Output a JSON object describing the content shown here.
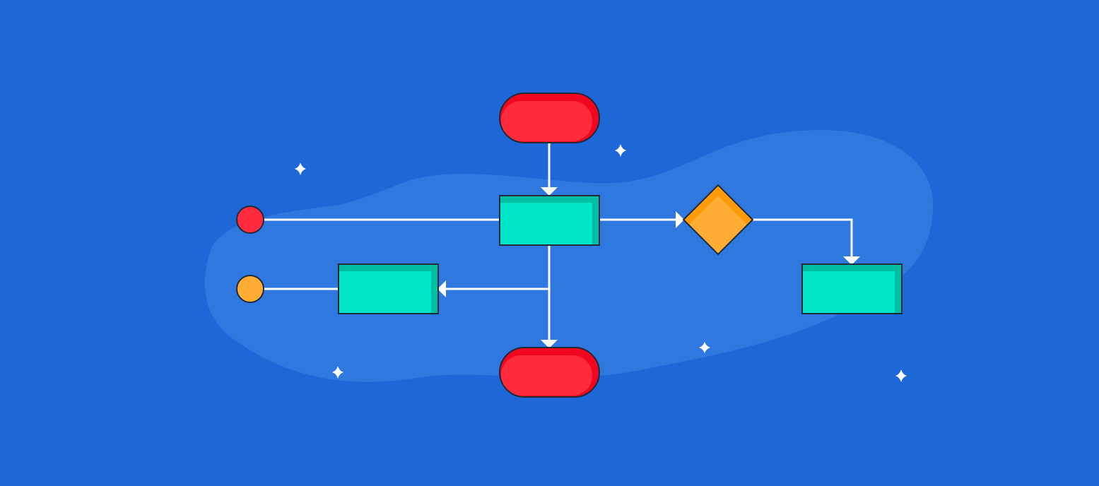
{
  "colors": {
    "background": "#1e67d6",
    "blob": "#2f78e0",
    "terminator_fill": "#ff2a3d",
    "terminator_shade": "#f0061f",
    "process_fill": "#00e6c6",
    "process_shade": "#00bfa2",
    "decision_fill": "#ffae33",
    "decision_shade": "#ff9a0a",
    "connector_red": "#ff2a3d",
    "connector_orange": "#ffae33",
    "outline": "#1f2a3a",
    "edge": "#ffffff",
    "sparkle": "#ffffff"
  },
  "icons": {
    "sparkle": "sparkle-icon"
  },
  "diagram": {
    "nodes": [
      {
        "id": "start",
        "shape": "terminator",
        "label": ""
      },
      {
        "id": "process-main",
        "shape": "process",
        "label": ""
      },
      {
        "id": "decision",
        "shape": "decision",
        "label": ""
      },
      {
        "id": "process-right",
        "shape": "process",
        "label": ""
      },
      {
        "id": "process-left",
        "shape": "process",
        "label": ""
      },
      {
        "id": "end",
        "shape": "terminator",
        "label": ""
      },
      {
        "id": "connector-red",
        "shape": "connector",
        "label": ""
      },
      {
        "id": "connector-orange",
        "shape": "connector",
        "label": ""
      }
    ],
    "edges": [
      {
        "from": "start",
        "to": "process-main",
        "arrow": true
      },
      {
        "from": "connector-red",
        "to": "process-main",
        "arrow": false
      },
      {
        "from": "process-main",
        "to": "decision",
        "arrow": true
      },
      {
        "from": "decision",
        "to": "process-right",
        "arrow": true
      },
      {
        "from": "process-main",
        "to": "process-left",
        "arrow": true
      },
      {
        "from": "process-main",
        "to": "end",
        "arrow": true
      },
      {
        "from": "connector-orange",
        "to": "process-left",
        "arrow": false
      }
    ]
  }
}
